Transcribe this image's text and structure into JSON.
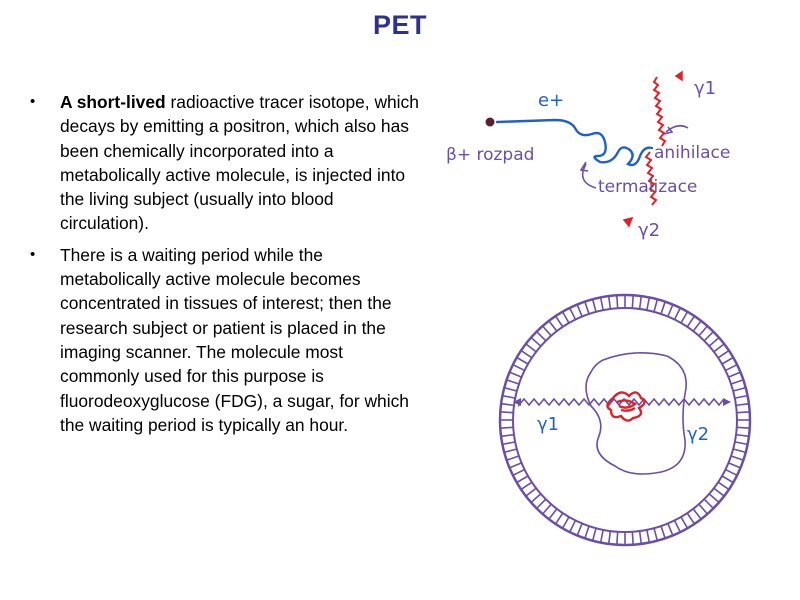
{
  "slide": {
    "title": "PET"
  },
  "bullets": [
    {
      "bold": "A short-lived",
      "text": " radioactive tracer isotope, which decays by emitting a positron, which also has been chemically incorporated into a metabolically active molecule, is injected into the living subject (usually into blood circulation)."
    },
    {
      "bold": "",
      "text": "There is a waiting period while the metabolically active molecule becomes concentrated in tissues of interest; then the research subject or patient is placed in the imaging scanner. The molecule most commonly used for this purpose is fluorodeoxyglucose (FDG), a sugar, for which the waiting period is typically an hour."
    }
  ],
  "bullet_symbol": "•",
  "figure_top": {
    "positron_label": "e+",
    "decay_label": "β+ rozpad",
    "annihilation_label": "anihilace",
    "thermalization_label": "termalizace",
    "gamma1_label": "γ1",
    "gamma2_label": "γ2",
    "colors": {
      "positron": "#1f5fd0",
      "gamma": "#e0202a",
      "ink": "#6a4fa8"
    }
  },
  "figure_bottom": {
    "gamma1_label": "γ1",
    "gamma2_label": "γ2",
    "colors": {
      "ring": "#6a4fa8",
      "source": "#e0202a",
      "wave": "#6a4fa8",
      "label": "#1f5fd0"
    }
  }
}
